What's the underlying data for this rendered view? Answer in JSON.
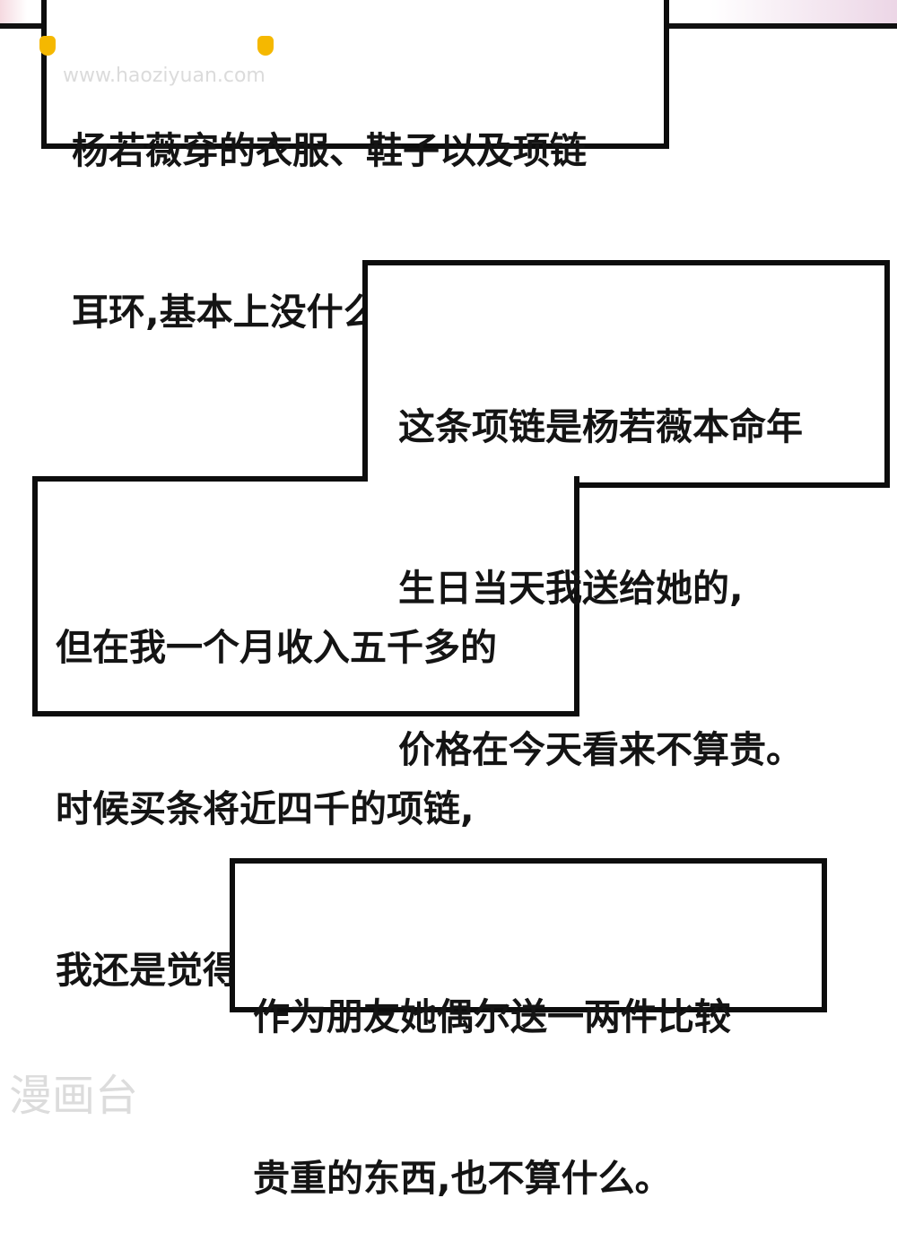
{
  "panels": {
    "box1": {
      "lines": [
        "杨若薇穿的衣服、鞋子以及项链",
        "耳环,基本上没什么名贵的东西。"
      ]
    },
    "box2": {
      "lines": [
        "这条项链是杨若薇本命年",
        "生日当天我送给她的,",
        "价格在今天看来不算贵。"
      ]
    },
    "box3": {
      "lines": [
        "但在我一个月收入五千多的",
        "时候买条将近四千的项链,",
        "我还是觉得有些肉疼的。"
      ]
    },
    "box4": {
      "lines": [
        "作为朋友她偶尔送一两件比较",
        "贵重的东西,也不算什么。"
      ]
    }
  },
  "watermark": {
    "top_text": "www.haoziyuan.com",
    "bottom_text": "漫画台"
  },
  "colors": {
    "border": "#0d0d0d",
    "text": "#141414",
    "background": "#ffffff",
    "flag": "#f5b800"
  }
}
